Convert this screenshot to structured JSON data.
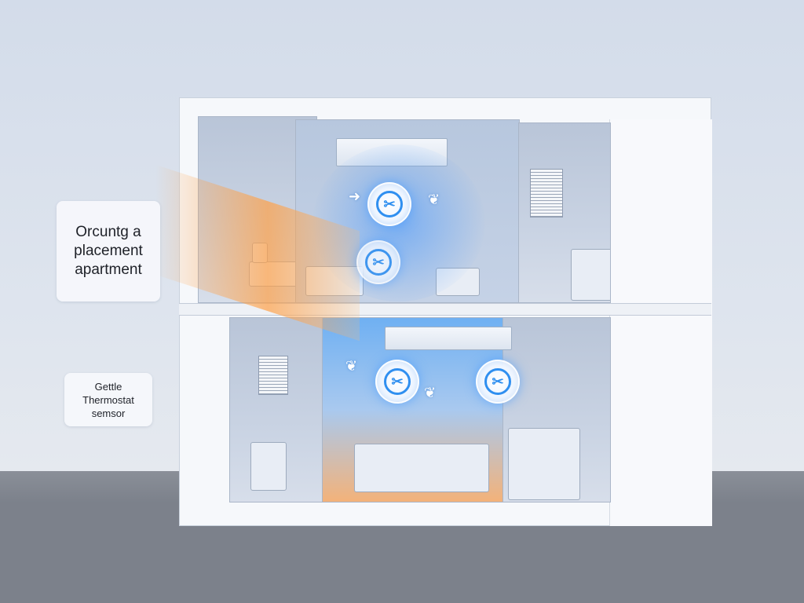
{
  "diagram": {
    "subject": "Apartment cross-section showing thermostat sensor placement with heating/cooling airflow",
    "colors": {
      "cooling": "#2f8ff0",
      "heating": "#f59a3c",
      "background": "#d9e0ea",
      "ground": "#7c818b"
    },
    "labels": [
      {
        "id": "placement",
        "lines": [
          "Orcuntg a",
          "placement",
          "apartment"
        ]
      },
      {
        "id": "sensor",
        "lines": [
          "Gettle",
          "Thermostat",
          "semsor"
        ]
      }
    ],
    "icons": {
      "sensor": "thermostat-sensor-icon",
      "airflow_arrow": "airflow-arrow-icon",
      "ceiling_unit": "ceiling-ac-unit-icon"
    },
    "glyphs": {
      "sensor": "✂",
      "arrow": "➜",
      "leaf": "❦"
    }
  }
}
